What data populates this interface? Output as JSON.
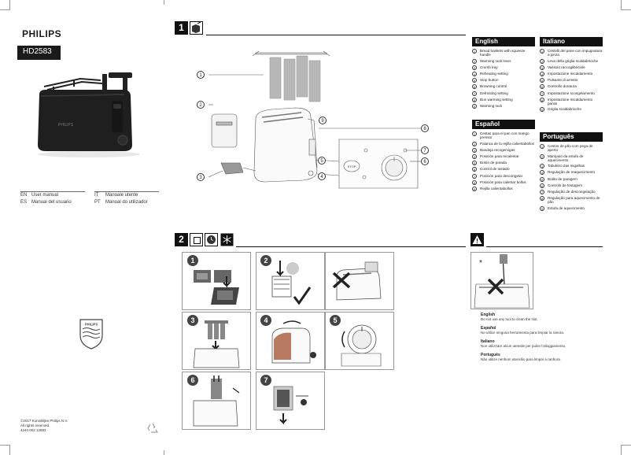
{
  "cover": {
    "brand": "PHILIPS",
    "model": "HD2583",
    "languages_left": [
      {
        "code": "EN",
        "label": "User manual"
      },
      {
        "code": "ES",
        "label": "Manual del usuario"
      }
    ],
    "languages_right": [
      {
        "code": "IT",
        "label": "Manuale utente"
      },
      {
        "code": "PT",
        "label": "Manual do utilizador"
      }
    ],
    "shield_text": "PHILIPS",
    "copyright": [
      "©2017 Koninklijke Philips N.V.",
      "All rights reserved.",
      "4240 002 12883"
    ]
  },
  "section1": {
    "number": "1"
  },
  "section2": {
    "number": "2"
  },
  "warning_section": {
    "symbol": "!"
  },
  "legend": {
    "english": {
      "title": "English",
      "items": [
        "Bread baskets with squeeze handle",
        "Warming rack lever",
        "Crumb tray",
        "Reheating setting",
        "Stop button",
        "Browning control",
        "Defrosting setting",
        "Bun warming setting",
        "Warming rack"
      ]
    },
    "italiano": {
      "title": "Italiano",
      "items": [
        "Cestelli del pane con impugnatura a pinza",
        "Leva della griglia scaldabrioche",
        "Vassoio raccoglibriciole",
        "Impostazione riscaldamento",
        "Pulsante di arresto",
        "Controllo doratura",
        "Impostazione scongelamento",
        "Impostazione riscaldamento panini",
        "Griglia scaldabrioche"
      ]
    },
    "espanol": {
      "title": "Español",
      "items": [
        "Cestas para el pan con mango prensor",
        "Palanca de la rejilla calientabollos",
        "Bandeja recogemigas",
        "Posición para recalentar",
        "Botón de parada",
        "Control de tostado",
        "Posición para descongelar",
        "Posición para calentar bollos",
        "Rejilla calientabollos"
      ]
    },
    "portugues": {
      "title": "Português",
      "items": [
        "Cestos de pão com pega de aperto",
        "Manípulo da estufa de aquecimento",
        "Tabuleiro das migalhas",
        "Regulação de reaquecimento",
        "Botão de paragem",
        "Controlo de tostagem",
        "Regulação de descongelação",
        "Regulação para aquecimento de pão",
        "Estufa de aquecimento"
      ]
    }
  },
  "diagram": {
    "stop_label": "STOP",
    "callouts": [
      "1",
      "2",
      "3",
      "4",
      "5",
      "6",
      "7",
      "8",
      "9"
    ]
  },
  "steps": [
    "1",
    "2",
    "3",
    "4",
    "5",
    "6",
    "7"
  ],
  "warning": {
    "entries": [
      {
        "lang": "English",
        "text": "Do not use any tool to clean the slot."
      },
      {
        "lang": "Español",
        "text": "No utilice ninguna herramienta para limpiar la ranura."
      },
      {
        "lang": "Italiano",
        "text": "Non utilizzare alcun utensile per pulire l'alloggiamento."
      },
      {
        "lang": "Português",
        "text": "Não utilize nenhum utensílio para limpar a ranhura."
      }
    ]
  }
}
